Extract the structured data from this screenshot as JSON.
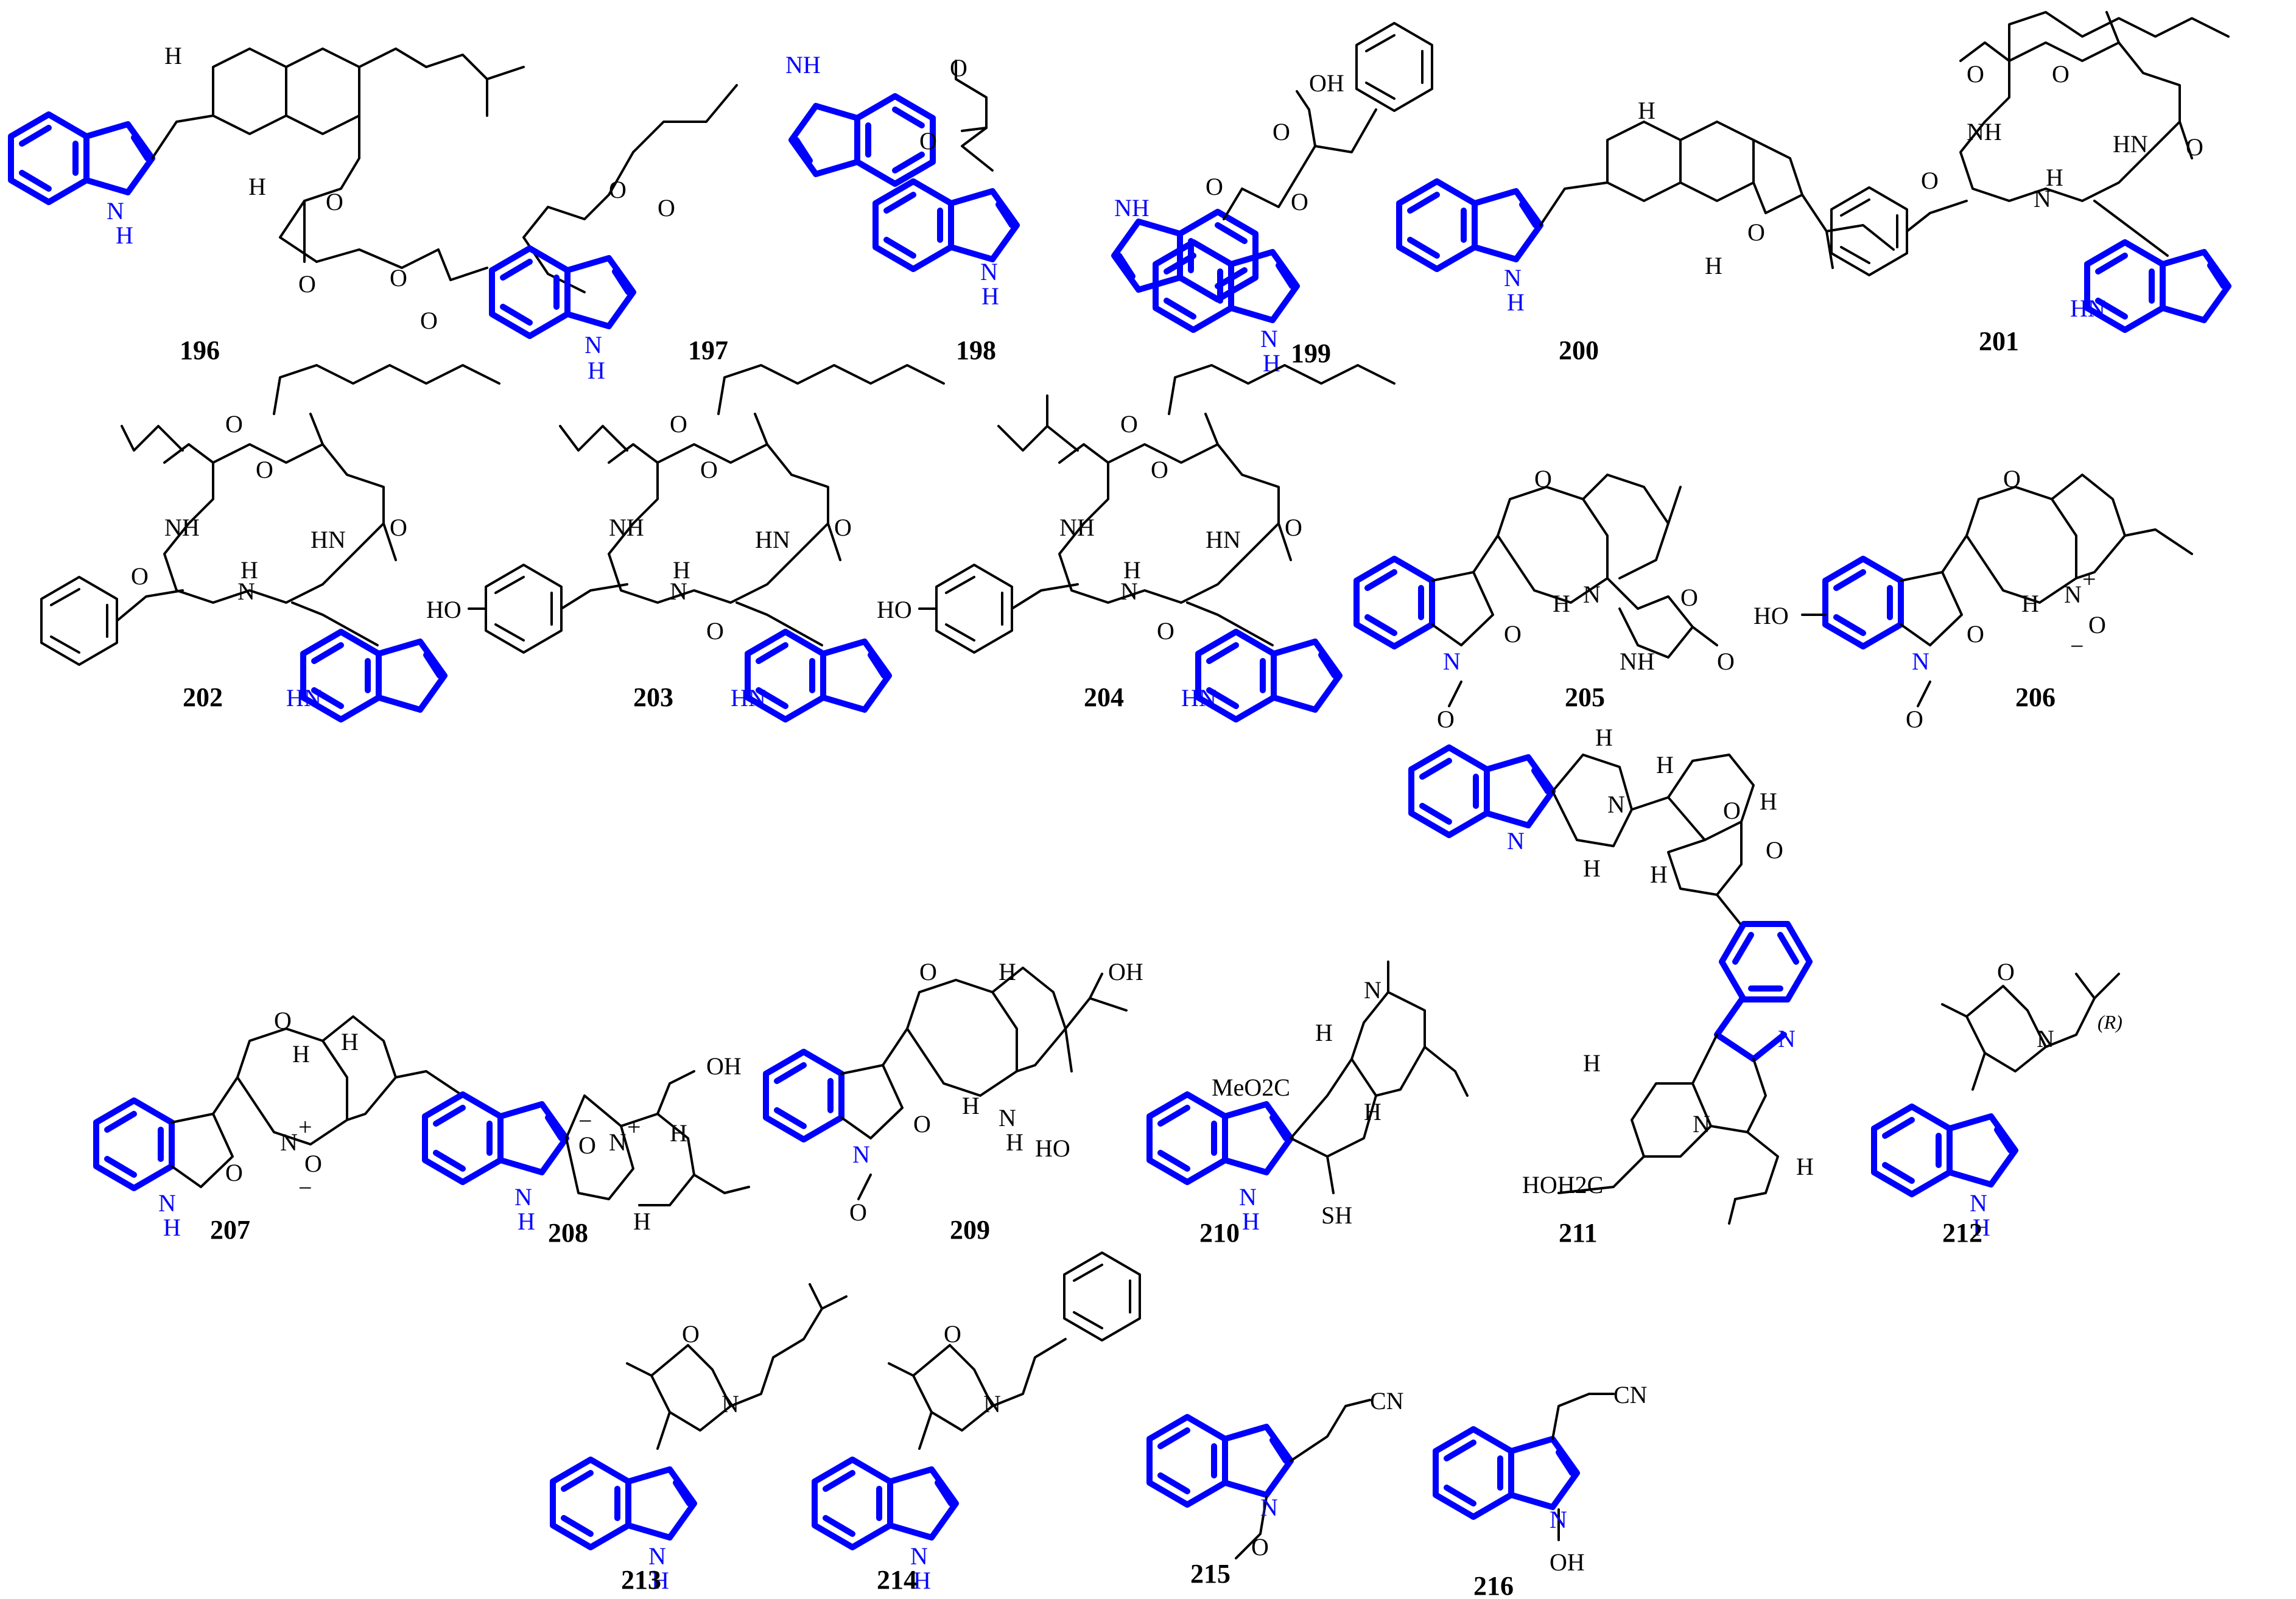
{
  "compounds": [
    {
      "id": "196",
      "atoms": [
        "H",
        "N",
        "H",
        "H",
        "O",
        "O",
        "O",
        "O"
      ]
    },
    {
      "id": "197",
      "atoms": [
        "NH",
        "O",
        "O",
        "N",
        "H"
      ]
    },
    {
      "id": "198",
      "atoms": [
        "O",
        "O",
        "NH",
        "N",
        "H"
      ]
    },
    {
      "id": "199",
      "atoms": [
        "OH",
        "O",
        "O",
        "O",
        "N",
        "H"
      ]
    },
    {
      "id": "200",
      "atoms": [
        "H",
        "N",
        "H",
        "H",
        "O"
      ]
    },
    {
      "id": "201",
      "atoms": [
        "O",
        "O",
        "NH",
        "HN",
        "O",
        "O",
        "N",
        "H",
        "HN"
      ]
    },
    {
      "id": "202",
      "atoms": [
        "O",
        "O",
        "NH",
        "HN",
        "O",
        "O",
        "N",
        "H",
        "HN"
      ]
    },
    {
      "id": "203",
      "atoms": [
        "O",
        "O",
        "NH",
        "HN",
        "O",
        "O",
        "N",
        "H",
        "HO",
        "HN"
      ]
    },
    {
      "id": "204",
      "atoms": [
        "O",
        "O",
        "NH",
        "HN",
        "O",
        "O",
        "N",
        "H",
        "HO",
        "HN"
      ]
    },
    {
      "id": "205",
      "atoms": [
        "O",
        "H",
        "N",
        "O",
        "NH",
        "O",
        "O",
        "N",
        "O"
      ]
    },
    {
      "id": "206",
      "atoms": [
        "O",
        "H",
        "HO",
        "N",
        "O",
        "O",
        "N",
        "+",
        "O",
        "−"
      ]
    },
    {
      "id": "207",
      "atoms": [
        "O",
        "H",
        "H",
        "N",
        "O",
        "H",
        "N",
        "+",
        "O",
        "−"
      ]
    },
    {
      "id": "208",
      "atoms": [
        "OH",
        "−",
        "O",
        "N",
        "+",
        "H",
        "N",
        "H",
        "H"
      ]
    },
    {
      "id": "209",
      "atoms": [
        "O",
        "H",
        "OH",
        "N",
        "O",
        "H",
        "N",
        "H",
        "HO",
        "O"
      ]
    },
    {
      "id": "210",
      "atoms": [
        "N",
        "H",
        "MeO2C",
        "H",
        "N",
        "H",
        "SH"
      ]
    },
    {
      "id": "211",
      "atoms": [
        "H",
        "N",
        "H",
        "O",
        "H",
        "O",
        "N",
        "H",
        "H",
        "N",
        "H",
        "HOH2C",
        "H",
        "N"
      ]
    },
    {
      "id": "212",
      "atoms": [
        "O",
        "(R)",
        "N",
        "N",
        "H"
      ]
    },
    {
      "id": "213",
      "atoms": [
        "O",
        "N",
        "N",
        "H"
      ]
    },
    {
      "id": "214",
      "atoms": [
        "O",
        "N",
        "N",
        "H"
      ]
    },
    {
      "id": "215",
      "atoms": [
        "CN",
        "N",
        "O"
      ]
    },
    {
      "id": "216",
      "atoms": [
        "CN",
        "N",
        "OH"
      ]
    }
  ]
}
